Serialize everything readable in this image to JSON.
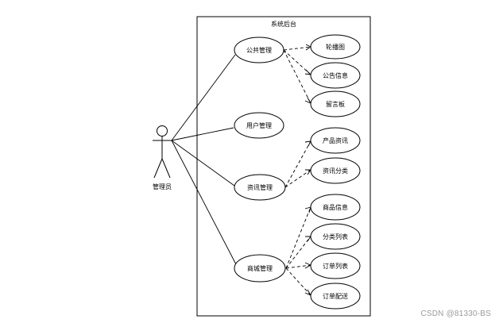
{
  "system": {
    "title": "系统后台"
  },
  "actor": {
    "label": "管理员"
  },
  "use_cases": {
    "public_mgmt": "公共管理",
    "user_mgmt": "用户管理",
    "news_mgmt": "资讯管理",
    "mall_mgmt": "商城管理",
    "carousel": "轮播图",
    "announcement": "公告信息",
    "message_board": "留言板",
    "product_news": "产品资讯",
    "news_category": "资讯分类",
    "goods_info": "商品信息",
    "category_list": "分类列表",
    "order_list": "订单列表",
    "order_delivery": "订单配送"
  },
  "watermark": "CSDN @81330-BS"
}
